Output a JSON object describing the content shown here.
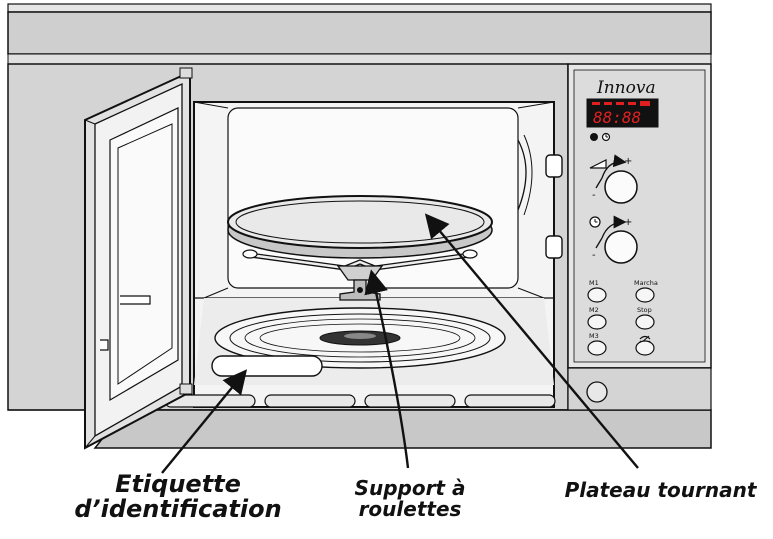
{
  "brand": "Innova",
  "display": {
    "digits": "88:88",
    "icon_names": [
      "power-level-icon",
      "timer-icon",
      "clock-icon"
    ]
  },
  "buttons": {
    "m1": "M1",
    "m2": "M2",
    "m3": "M3",
    "marcha": "Marcha",
    "stop": "Stop"
  },
  "knobs": {
    "plus": "+",
    "minus": "-"
  },
  "labels": {
    "etiquette_line1": "Etiquette",
    "etiquette_line2": "d’identification",
    "support_line1": "Support à",
    "support_line2": "roulettes",
    "plateau": "Plateau tournant"
  },
  "colors": {
    "body_grey": "#d4d4d4",
    "display_red": "#e02020",
    "outline": "#111111"
  }
}
